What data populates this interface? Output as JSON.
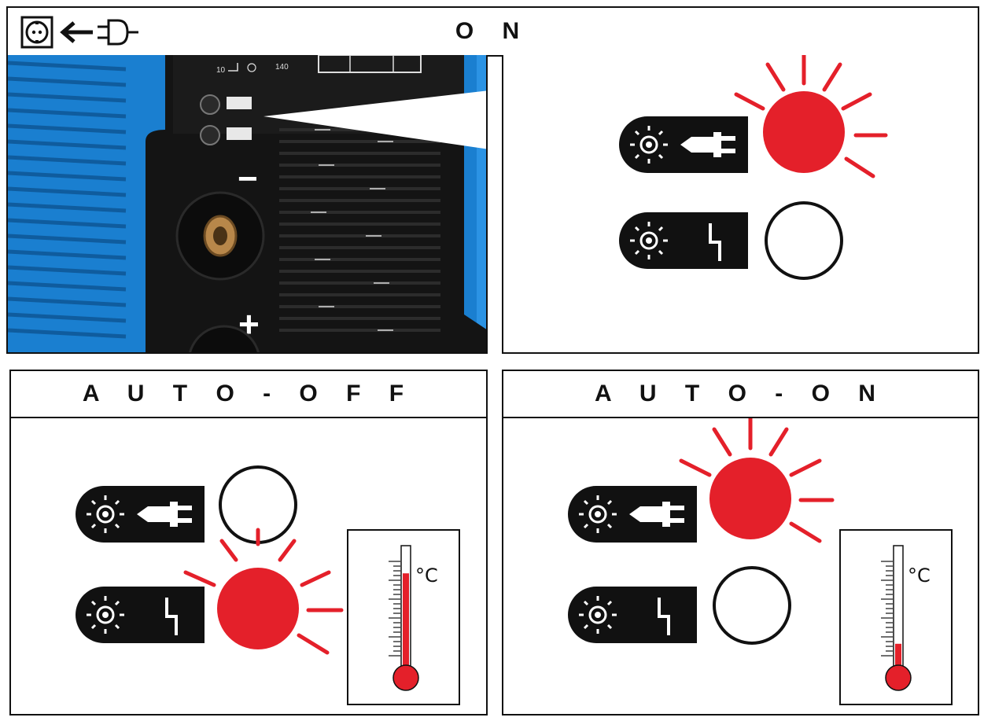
{
  "panels": {
    "on": {
      "title": "O N",
      "power_led": "lit",
      "thermal_led": "off"
    },
    "auto_off": {
      "title": "A U T O - O F F",
      "power_led": "off",
      "thermal_led": "lit"
    },
    "auto_on": {
      "title": "A U T O - O N",
      "power_led": "lit",
      "thermal_led": "off"
    }
  },
  "device": {
    "minus_label": "−",
    "plus_label": "+",
    "rating_left": "10",
    "rating_right": "140"
  },
  "thermometer": {
    "unit": "°C",
    "auto_off_level": 0.78,
    "auto_on_level": 0.22
  },
  "colors": {
    "led_red": "#e4202a",
    "casing_blue": "#1a7fd0",
    "panel_black": "#111111"
  },
  "icons": [
    "socket-icon",
    "arrow-left-icon",
    "plug-icon",
    "lamp-icon",
    "power-plug-icon",
    "thermal-overload-icon",
    "thermometer-icon"
  ]
}
